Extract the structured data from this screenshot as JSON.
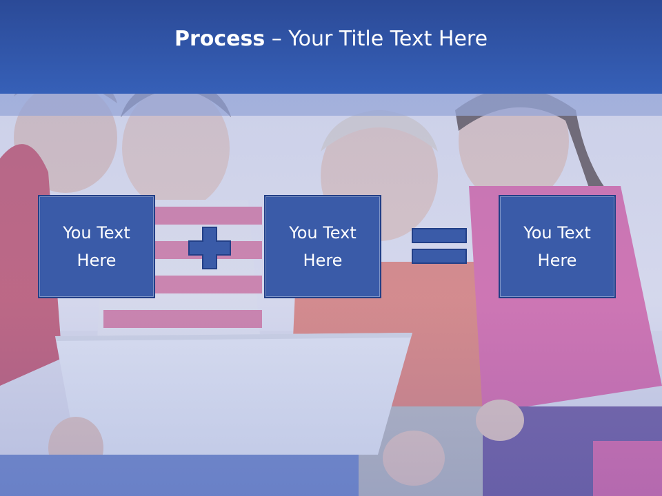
{
  "title": {
    "bold": "Process",
    "rest": " – Your Title Text Here"
  },
  "steps": [
    {
      "label": "You Text Here"
    },
    {
      "label": "You Text Here"
    },
    {
      "label": "You Text Here"
    }
  ],
  "operators": [
    "plus-icon",
    "equals-icon"
  ],
  "colors": {
    "title_bar": "#3660b8",
    "box_fill": "#3a5ba8",
    "box_border": "#223f87",
    "text": "#ffffff"
  }
}
